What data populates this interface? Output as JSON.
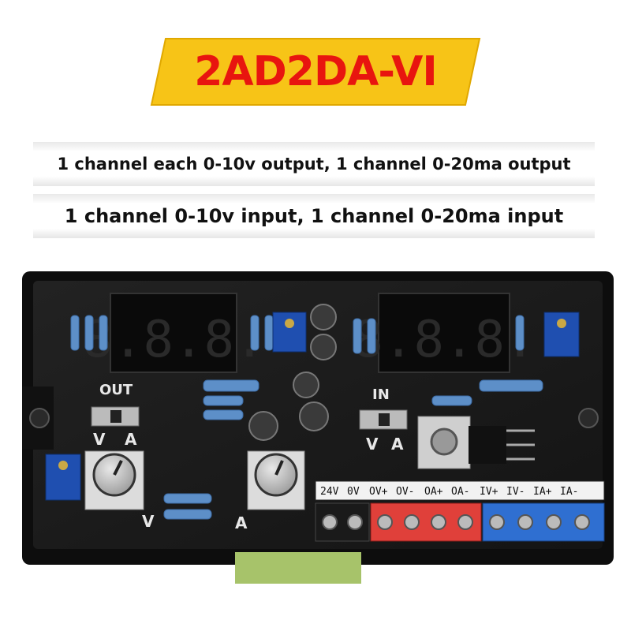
{
  "banner": {
    "title": "2AD2DA-VI"
  },
  "description": {
    "line1": "1 channel each 0-10v output, 1 channel 0-20ma output",
    "line2": "1 channel 0-10v input, 1 channel 0-20ma input"
  },
  "board": {
    "silkscreen": {
      "out_label": "OUT",
      "in_label": "IN",
      "out_v": "V",
      "out_a": "A",
      "in_v": "V",
      "in_a": "A",
      "pot_v": "V",
      "pot_a": "A"
    },
    "displays": [
      {
        "digits": "8.8.8."
      },
      {
        "digits": "8.8.8."
      }
    ],
    "terminals": [
      "24V",
      "0V",
      "OV+",
      "OV-",
      "OA+",
      "OA-",
      "IV+",
      "IV-",
      "IA+",
      "IA-"
    ],
    "colors": {
      "pcb": "#1b1b1b",
      "terminal_red": "#e0403a",
      "terminal_blue": "#2f6fd1",
      "terminal_black": "#1a1a1a",
      "trimpot_blue": "#1f4fb0",
      "banner_fill": "#f7c417",
      "banner_text": "#e8150f"
    }
  }
}
